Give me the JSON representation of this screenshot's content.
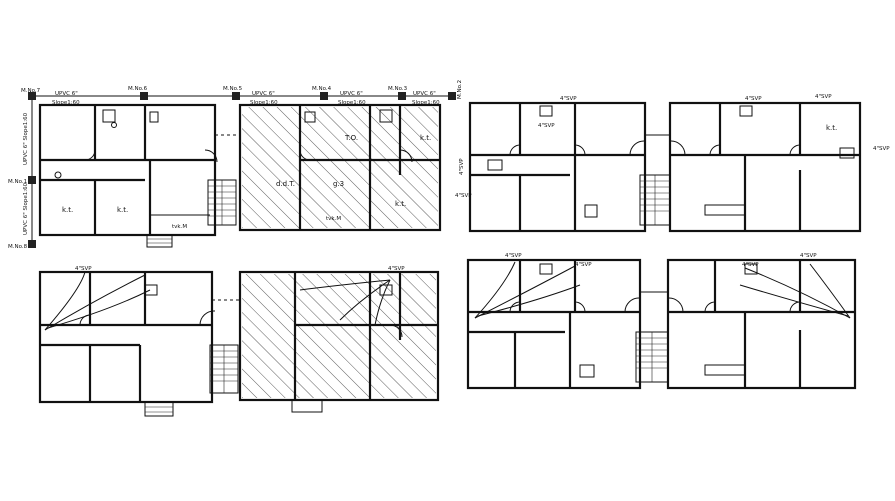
{
  "plan1": {
    "manholes": [
      "M.No.7",
      "M.No.6",
      "M.No.5",
      "M.No.4",
      "M.No.3",
      "M.No.2",
      "M.No.1",
      "M.No.8"
    ],
    "pipe_labels": [
      "UPVC 6\"",
      "UPVC 6\"",
      "UPVC 6\"",
      "UPVC 6\""
    ],
    "slope_labels": [
      "Slope1:60",
      "Slope1:60",
      "Slope1:60",
      "Slope1:60"
    ],
    "rooms": [
      "k.t.",
      "k.t.",
      "k.t.",
      "k.t.",
      "d.d.T.",
      "T.O.",
      "g.3",
      "tvk.M",
      "tvk.M"
    ],
    "side_labels": [
      "UPVC 6\" Slope1:60",
      "UPVC 6\" Slope1:60"
    ]
  },
  "plan2": {
    "rooms": [
      "k.t."
    ],
    "fixture_labels": [
      "4\"SVP",
      "4\"SVP",
      "4\"SVP",
      "4\"SVP",
      "4\"SVP",
      "4\"SVP",
      "4\"SVP"
    ]
  },
  "plan3": {
    "fixture_labels": [
      "4\"SVP",
      "4\"SVP"
    ]
  },
  "plan4": {
    "fixture_labels": [
      "4\"SVP",
      "4\"SVP",
      "4\"SVP",
      "4\"SVP"
    ]
  }
}
